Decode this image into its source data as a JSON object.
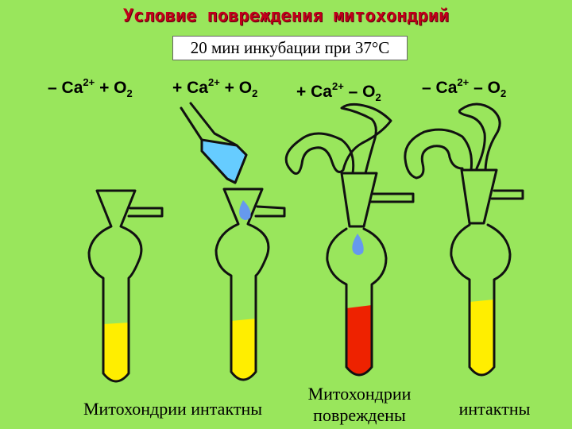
{
  "title": "Условие повреждения митохондрий",
  "subtitle": "20 мин инкубации при 37°С",
  "conditions": [
    {
      "sign_ca": "–",
      "ion": "Ca",
      "charge": "2+",
      "sign_o2": "+",
      "o2": "O",
      "o2_sub": "2"
    },
    {
      "sign_ca": "+",
      "ion": "Ca",
      "charge": "2+",
      "sign_o2": "+",
      "o2": "O",
      "o2_sub": "2"
    },
    {
      "sign_ca": "+",
      "ion": "Ca",
      "charge": "2+",
      "sign_o2": "–",
      "o2": "O",
      "o2_sub": "2"
    },
    {
      "sign_ca": "–",
      "ion": "Ca",
      "charge": "2+",
      "sign_o2": "–",
      "o2": "O",
      "o2_sub": "2"
    }
  ],
  "captions": {
    "intact_pair": "Митохондрии интактны",
    "damaged_line1": "Митохондрии",
    "damaged_line2": "повреждены",
    "intact_single": "интактны"
  },
  "colors": {
    "background": "#99e65c",
    "intact_liquid": "#ffee00",
    "damaged_liquid": "#ee2200",
    "drop": "#6699ee",
    "pipette_fill": "#66ccff",
    "title": "#c0001a"
  }
}
